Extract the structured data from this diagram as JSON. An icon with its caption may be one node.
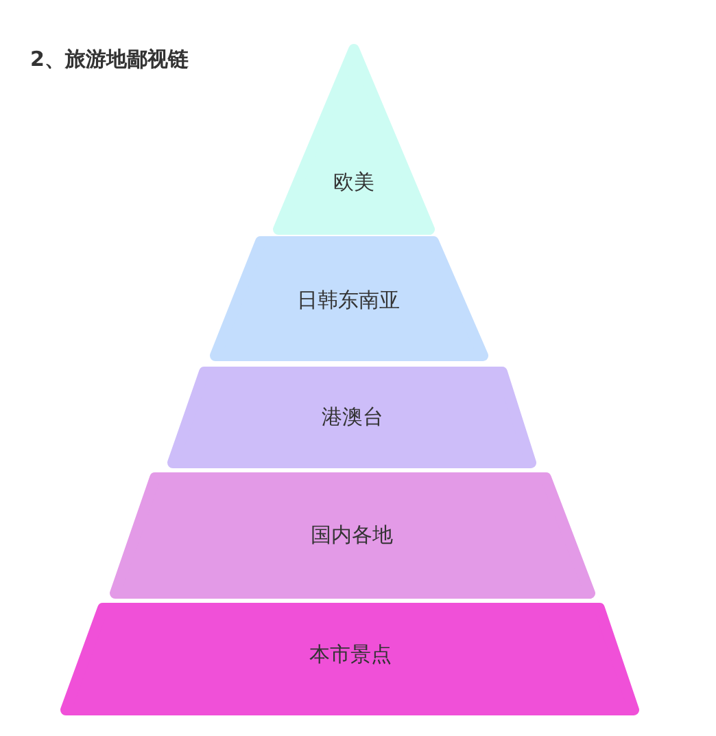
{
  "diagram": {
    "title": "2、旅游地鄙视链",
    "nodes": [
      {
        "text": [
          "欧美"
        ]
      },
      {
        "text": [
          "日韩东南亚"
        ]
      },
      {
        "text": [
          "港澳台"
        ]
      },
      {
        "text": [
          "国内各地"
        ]
      },
      {
        "text": [
          "本市景点"
        ]
      }
    ]
  }
}
